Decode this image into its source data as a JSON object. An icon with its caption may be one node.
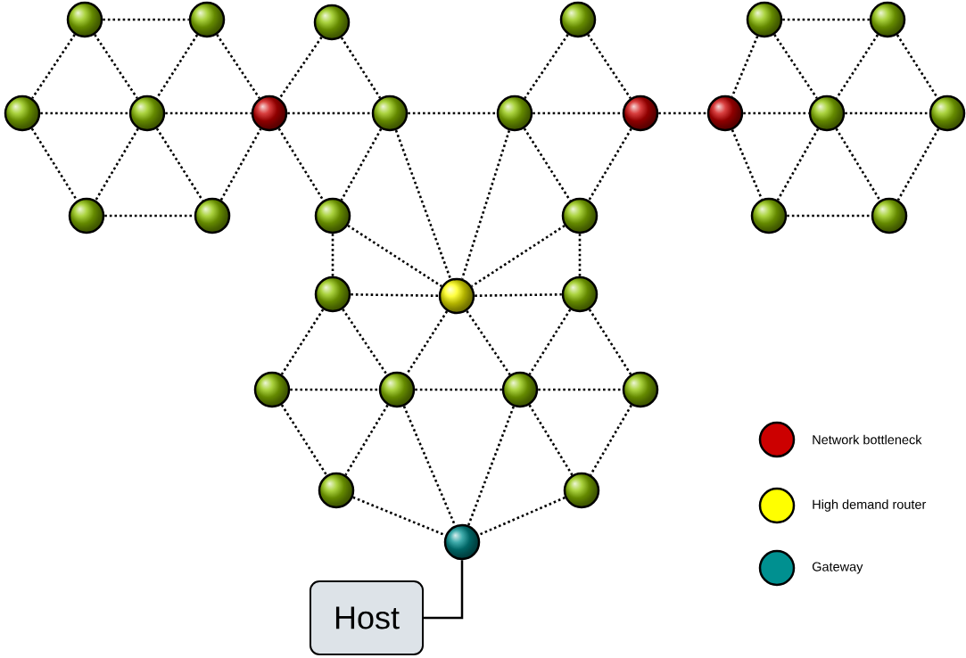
{
  "diagram": {
    "nodes": [
      {
        "text": [],
        "shape": "circle"
      },
      {
        "text": [],
        "shape": "circle"
      },
      {
        "text": [],
        "shape": "circle"
      },
      {
        "text": [],
        "shape": "circle"
      },
      {
        "text": [],
        "shape": "circle"
      },
      {
        "text": [],
        "shape": "circle"
      },
      {
        "text": [],
        "shape": "circle"
      },
      {
        "text": [],
        "shape": "circle"
      },
      {
        "text": [],
        "shape": "circle"
      },
      {
        "text": [],
        "shape": "circle"
      },
      {
        "text": [],
        "shape": "circle"
      },
      {
        "text": [],
        "shape": "circle"
      },
      {
        "text": [],
        "shape": "circle"
      },
      {
        "text": [],
        "shape": "circle"
      },
      {
        "text": [],
        "shape": "circle"
      },
      {
        "text": [],
        "shape": "circle"
      },
      {
        "text": [],
        "shape": "circle"
      },
      {
        "text": [],
        "shape": "circle"
      },
      {
        "text": [],
        "shape": "circle"
      },
      {
        "text": [],
        "shape": "circle"
      },
      {
        "text": [],
        "shape": "circle"
      },
      {
        "text": [],
        "shape": "circle"
      },
      {
        "text": [],
        "shape": "circle"
      },
      {
        "text": [],
        "shape": "circle"
      },
      {
        "text": [],
        "shape": "circle"
      },
      {
        "text": [],
        "shape": "circle"
      },
      {
        "text": [],
        "shape": "circle"
      },
      {
        "text": [],
        "shape": "circle"
      },
      {
        "text": [],
        "shape": "circle"
      },
      {
        "text": [],
        "shape": "circle"
      },
      {
        "text": [],
        "shape": "circle"
      },
      {
        "text": [
          "Host"
        ]
      }
    ],
    "edges": [
      {
        "from": 0,
        "to": 1,
        "arrow": "none",
        "style": "dashed"
      },
      {
        "from": 0,
        "to": 6,
        "arrow": "none",
        "style": "dashed"
      },
      {
        "from": 0,
        "to": 7,
        "arrow": "none",
        "style": "dashed"
      },
      {
        "from": 1,
        "to": 7,
        "arrow": "none",
        "style": "dashed"
      },
      {
        "from": 1,
        "to": 8,
        "arrow": "none",
        "style": "dashed"
      },
      {
        "from": 6,
        "to": 7,
        "arrow": "none",
        "style": "dashed"
      },
      {
        "from": 6,
        "to": 15,
        "arrow": "none",
        "style": "dashed"
      },
      {
        "from": 7,
        "to": 15,
        "arrow": "none",
        "style": "dashed"
      },
      {
        "from": 7,
        "to": 16,
        "arrow": "none",
        "style": "dashed"
      },
      {
        "from": 7,
        "to": 8,
        "arrow": "none",
        "style": "dashed"
      },
      {
        "from": 15,
        "to": 16,
        "arrow": "none",
        "style": "dashed"
      },
      {
        "from": 16,
        "to": 8,
        "arrow": "none",
        "style": "dashed"
      },
      {
        "from": 2,
        "to": 8,
        "arrow": "none",
        "style": "dashed"
      },
      {
        "from": 2,
        "to": 9,
        "arrow": "none",
        "style": "dashed"
      },
      {
        "from": 8,
        "to": 9,
        "arrow": "none",
        "style": "dashed"
      },
      {
        "from": 8,
        "to": 17,
        "arrow": "none",
        "style": "dashed"
      },
      {
        "from": 9,
        "to": 17,
        "arrow": "none",
        "style": "dashed"
      },
      {
        "from": 9,
        "to": 10,
        "arrow": "none",
        "style": "dashed"
      },
      {
        "from": 9,
        "to": 22,
        "arrow": "none",
        "style": "dashed"
      },
      {
        "from": 17,
        "to": 22,
        "arrow": "none",
        "style": "dashed"
      },
      {
        "from": 17,
        "to": 21,
        "arrow": "none",
        "style": "dashed"
      },
      {
        "from": 21,
        "to": 22,
        "arrow": "none",
        "style": "dashed"
      },
      {
        "from": 3,
        "to": 10,
        "arrow": "none",
        "style": "dashed"
      },
      {
        "from": 3,
        "to": 11,
        "arrow": "none",
        "style": "dashed"
      },
      {
        "from": 10,
        "to": 11,
        "arrow": "none",
        "style": "dashed"
      },
      {
        "from": 10,
        "to": 18,
        "arrow": "none",
        "style": "dashed"
      },
      {
        "from": 11,
        "to": 18,
        "arrow": "none",
        "style": "dashed"
      },
      {
        "from": 18,
        "to": 22,
        "arrow": "none",
        "style": "dashed"
      },
      {
        "from": 10,
        "to": 22,
        "arrow": "none",
        "style": "dashed"
      },
      {
        "from": 18,
        "to": 23,
        "arrow": "none",
        "style": "dashed"
      },
      {
        "from": 22,
        "to": 23,
        "arrow": "none",
        "style": "dashed"
      },
      {
        "from": 11,
        "to": 12,
        "arrow": "none",
        "style": "dashed"
      },
      {
        "from": 4,
        "to": 5,
        "arrow": "none",
        "style": "dashed"
      },
      {
        "from": 4,
        "to": 12,
        "arrow": "none",
        "style": "dashed"
      },
      {
        "from": 4,
        "to": 13,
        "arrow": "none",
        "style": "dashed"
      },
      {
        "from": 5,
        "to": 13,
        "arrow": "none",
        "style": "dashed"
      },
      {
        "from": 5,
        "to": 14,
        "arrow": "none",
        "style": "dashed"
      },
      {
        "from": 12,
        "to": 13,
        "arrow": "none",
        "style": "dashed"
      },
      {
        "from": 13,
        "to": 14,
        "arrow": "none",
        "style": "dashed"
      },
      {
        "from": 12,
        "to": 19,
        "arrow": "none",
        "style": "dashed"
      },
      {
        "from": 13,
        "to": 19,
        "arrow": "none",
        "style": "dashed"
      },
      {
        "from": 13,
        "to": 20,
        "arrow": "none",
        "style": "dashed"
      },
      {
        "from": 14,
        "to": 20,
        "arrow": "none",
        "style": "dashed"
      },
      {
        "from": 19,
        "to": 20,
        "arrow": "none",
        "style": "dashed"
      },
      {
        "from": 21,
        "to": 24,
        "arrow": "none",
        "style": "dashed"
      },
      {
        "from": 21,
        "to": 25,
        "arrow": "none",
        "style": "dashed"
      },
      {
        "from": 22,
        "to": 25,
        "arrow": "none",
        "style": "dashed"
      },
      {
        "from": 22,
        "to": 26,
        "arrow": "none",
        "style": "dashed"
      },
      {
        "from": 23,
        "to": 26,
        "arrow": "none",
        "style": "dashed"
      },
      {
        "from": 23,
        "to": 27,
        "arrow": "none",
        "style": "dashed"
      },
      {
        "from": 24,
        "to": 25,
        "arrow": "none",
        "style": "dashed"
      },
      {
        "from": 25,
        "to": 26,
        "arrow": "none",
        "style": "dashed"
      },
      {
        "from": 26,
        "to": 27,
        "arrow": "none",
        "style": "dashed"
      },
      {
        "from": 24,
        "to": 28,
        "arrow": "none",
        "style": "dashed"
      },
      {
        "from": 25,
        "to": 28,
        "arrow": "none",
        "style": "dashed"
      },
      {
        "from": 25,
        "to": 30,
        "arrow": "none",
        "style": "dashed"
      },
      {
        "from": 26,
        "to": 30,
        "arrow": "none",
        "style": "dashed"
      },
      {
        "from": 26,
        "to": 29,
        "arrow": "none",
        "style": "dashed"
      },
      {
        "from": 27,
        "to": 29,
        "arrow": "none",
        "style": "dashed"
      },
      {
        "from": 28,
        "to": 30,
        "arrow": "none",
        "style": "dashed"
      },
      {
        "from": 29,
        "to": 30,
        "arrow": "none",
        "style": "dashed"
      },
      {
        "from": 30,
        "to": 31,
        "arrow": "none"
      }
    ],
    "legend": [
      {
        "text": "Network bottleneck",
        "color": "#cc0000"
      },
      {
        "text": "High demand router",
        "color": "#ffff00"
      },
      {
        "text": "Gateway",
        "color": "#009090"
      }
    ]
  }
}
